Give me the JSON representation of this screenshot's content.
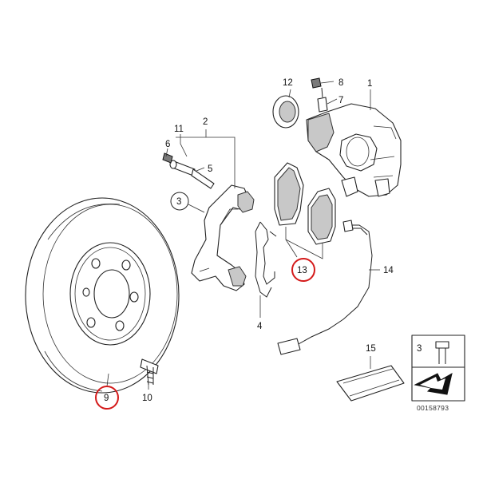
{
  "labels": {
    "caliper": "1",
    "carrier": "2",
    "bolt_callout": "3",
    "spring": "4",
    "guide_pin": "5",
    "cap": "6",
    "bleed_valve": "7",
    "bleed_cap": "8",
    "disc": "9",
    "disc_screw": "10",
    "sleeve": "11",
    "dust_cover": "12",
    "pads": "13",
    "wear_sensor": "14",
    "grease": "15",
    "inset_bolt": "3"
  },
  "highlighted": [
    "9",
    "13"
  ],
  "reference_number": "00158793",
  "colors": {
    "highlight_circle": "#d41a1a",
    "line_art": "#222222",
    "shaded_part": "#c8c8c8"
  }
}
